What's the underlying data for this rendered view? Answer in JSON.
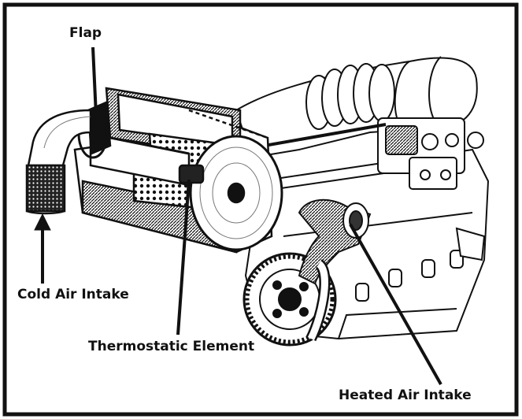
{
  "labels": {
    "flap": "Flap",
    "cold_air_intake": "Cold Air Intake",
    "thermostatic_element": "Thermostatic Element",
    "heated_air_intake": "Heated Air Intake"
  },
  "colors": {
    "ink": "#111111",
    "paper": "#ffffff",
    "shade": "#555555"
  }
}
